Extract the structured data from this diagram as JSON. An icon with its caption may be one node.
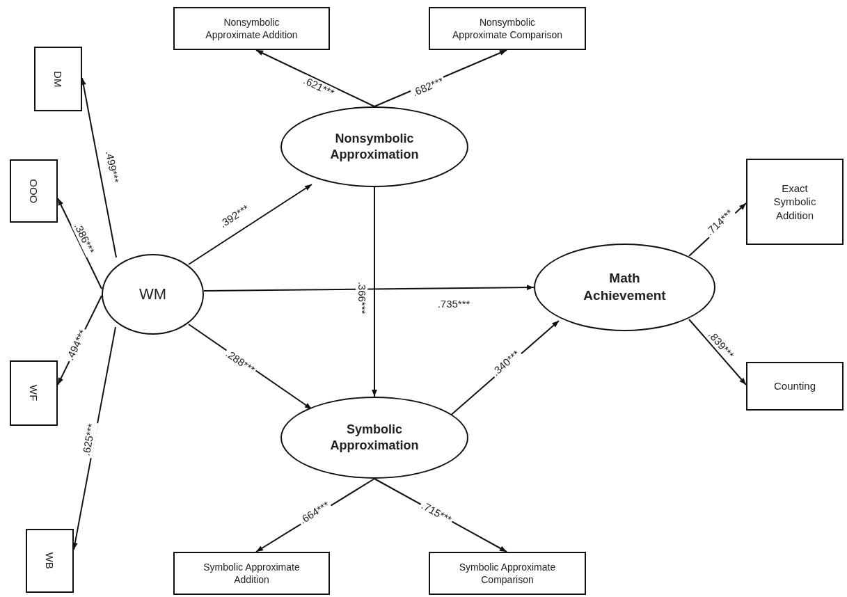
{
  "diagram": {
    "nodes": [
      {
        "text": [
          "Nonsymbolic Approximate Addition"
        ]
      },
      {
        "text": [
          "Nonsymbolic Approximate Comparison"
        ]
      },
      {
        "text": [
          "DM"
        ]
      },
      {
        "text": [
          "OOO"
        ]
      },
      {
        "text": [
          "Nonsymbolic Approximation"
        ]
      },
      {
        "text": [
          "Exact Symbolic Addition"
        ]
      },
      {
        "text": [
          "WM"
        ]
      },
      {
        "text": [
          "Math Achievement"
        ]
      },
      {
        "text": [
          "WF"
        ]
      },
      {
        "text": [
          "Counting"
        ]
      },
      {
        "text": [
          "Symbolic Approximation"
        ]
      },
      {
        "text": [
          "WB"
        ]
      },
      {
        "text": [
          "Symbolic Approximate Addition"
        ]
      },
      {
        "text": [
          "Symbolic Approximate Comparison"
        ]
      }
    ],
    "edges": [
      {
        "from": 6,
        "to": 2,
        "arrow": "to",
        "label": ".499***"
      },
      {
        "from": 6,
        "to": 3,
        "arrow": "to",
        "label": ".386***"
      },
      {
        "from": 6,
        "to": 8,
        "arrow": "to",
        "label": ".494***"
      },
      {
        "from": 6,
        "to": 11,
        "arrow": "to",
        "label": ".625***"
      },
      {
        "from": 6,
        "to": 4,
        "arrow": "to",
        "label": ".392***"
      },
      {
        "from": 6,
        "to": 7,
        "arrow": "to",
        "label": ".735***"
      },
      {
        "from": 6,
        "to": 10,
        "arrow": "to",
        "label": ".288***"
      },
      {
        "from": 4,
        "to": 0,
        "arrow": "to",
        "label": ".621***"
      },
      {
        "from": 4,
        "to": 1,
        "arrow": "to",
        "label": ".682***"
      },
      {
        "from": 4,
        "to": 10,
        "arrow": "to",
        "label": ".366***"
      },
      {
        "from": 10,
        "to": 7,
        "arrow": "to",
        "label": ".340***"
      },
      {
        "from": 10,
        "to": 12,
        "arrow": "to",
        "label": ".664***"
      },
      {
        "from": 10,
        "to": 13,
        "arrow": "to",
        "label": ".715***"
      },
      {
        "from": 7,
        "to": 5,
        "arrow": "to",
        "label": ".714***"
      },
      {
        "from": 7,
        "to": 9,
        "arrow": "to",
        "label": ".839***"
      }
    ]
  }
}
